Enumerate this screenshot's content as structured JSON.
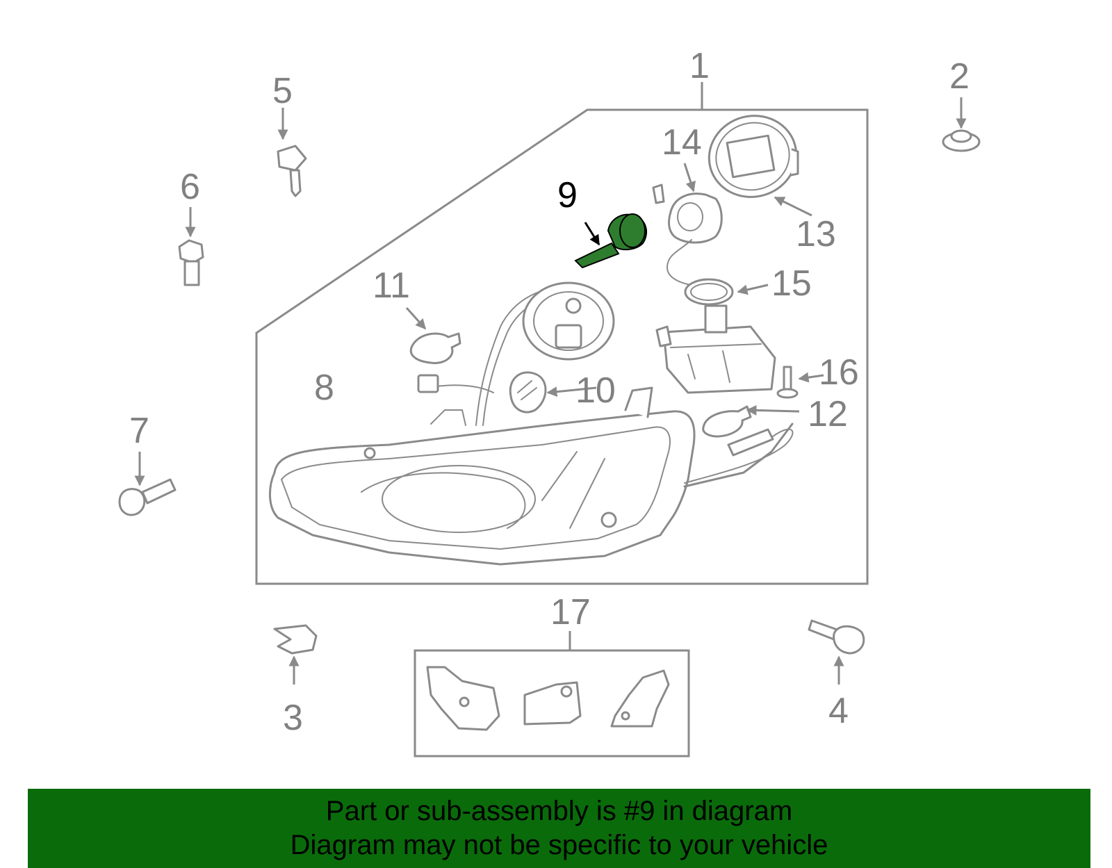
{
  "diagram": {
    "highlight_color": "#2e7d2e",
    "banner_color": "#0a6b0a",
    "highlighted_callout": "9",
    "callouts": {
      "c1": "1",
      "c2": "2",
      "c3": "3",
      "c4": "4",
      "c5": "5",
      "c6": "6",
      "c7": "7",
      "c8": "8",
      "c9": "9",
      "c10": "10",
      "c11": "11",
      "c12": "12",
      "c13": "13",
      "c14": "14",
      "c15": "15",
      "c16": "16",
      "c17": "17"
    }
  },
  "banner": {
    "line1": "Part or sub-assembly is #9 in diagram",
    "line2": "Diagram may not be specific to your vehicle"
  }
}
